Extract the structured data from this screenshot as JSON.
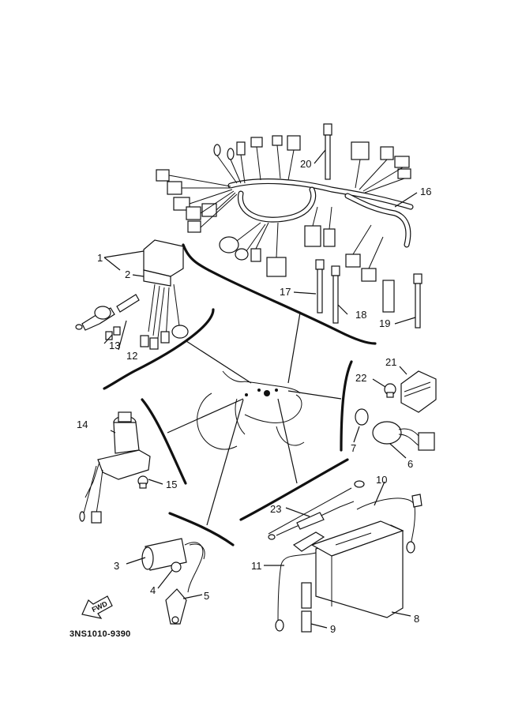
{
  "callouts": {
    "c1": "1",
    "c2": "2",
    "c3": "3",
    "c4": "4",
    "c5": "5",
    "c6": "6",
    "c7": "7",
    "c8": "8",
    "c9": "9",
    "c10": "10",
    "c11": "11",
    "c12": "12",
    "c13": "13",
    "c14": "14",
    "c15": "15",
    "c16": "16",
    "c17": "17",
    "c18": "18",
    "c19": "19",
    "c20": "20",
    "c21": "21",
    "c22": "22",
    "c23": "23"
  },
  "fwd_label": "FWD",
  "diagram_code": "3NS1010-9390"
}
